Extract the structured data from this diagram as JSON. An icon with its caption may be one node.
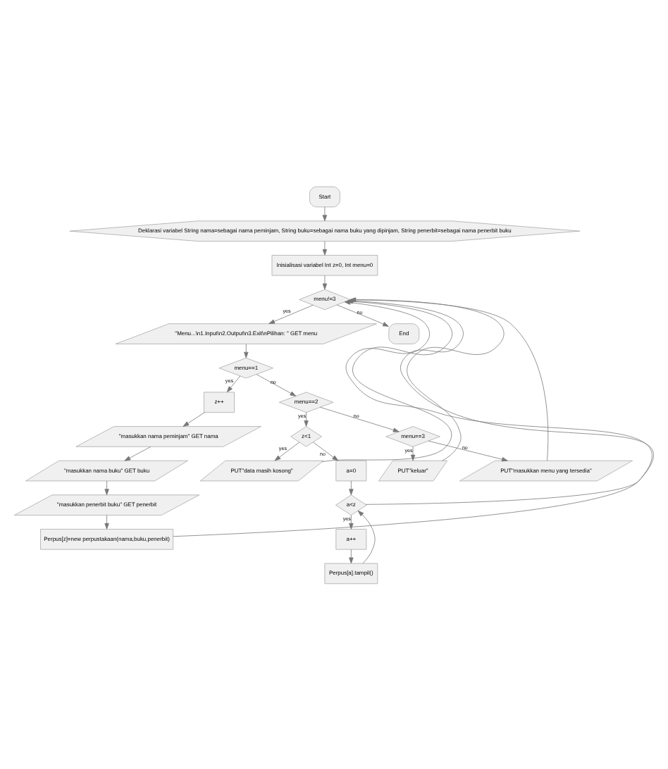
{
  "diagram": {
    "nodes": [
      {
        "text": [
          "Start"
        ]
      },
      {
        "text": [
          "Deklarasi variabel String nama=sebagai nama peminjam, String buku=sebagai nama buku yang dipinjam, String penerbit=sebagai nama penerbit buku"
        ]
      },
      {
        "text": [
          "Inisialisasi variabel Int z=0, Int menu=0"
        ]
      },
      {
        "text": [
          "menu!=3"
        ]
      },
      {
        "text": [
          "\"Menu...\\n1.Input\\n2.Output\\n3.Exit\\nPilihan: \" GET menu"
        ]
      },
      {
        "text": [
          "menu==1"
        ]
      },
      {
        "text": [
          "z++"
        ]
      },
      {
        "text": [
          "\"masukkan nama peminjam\" GET nama"
        ]
      },
      {
        "text": [
          "\"masukkan nama buku\" GET buku"
        ]
      },
      {
        "text": [
          "\"masukkan penerbit buku\" GET penerbit"
        ]
      },
      {
        "text": [
          "Perpus[z]=new perpustakaan(nama,buku,penerbit)"
        ]
      },
      {
        "text": [
          "menu==2"
        ]
      },
      {
        "text": [
          "z<1"
        ]
      },
      {
        "text": [
          "PUT\"data masih kosong\""
        ]
      },
      {
        "text": [
          "a=0"
        ]
      },
      {
        "text": [
          "a<z"
        ]
      },
      {
        "text": [
          "a++"
        ]
      },
      {
        "text": [
          "Perpus[a].tampil()"
        ]
      },
      {
        "text": [
          "menu==3"
        ]
      },
      {
        "text": [
          "PUT\"keluar\""
        ]
      },
      {
        "text": [
          "PUT\"masukkan menu yang tersedia\""
        ]
      },
      {
        "text": [
          "End"
        ]
      }
    ],
    "edges": [
      {
        "from": 0,
        "to": 1,
        "arrow": "to"
      },
      {
        "from": 1,
        "to": 2,
        "arrow": "to"
      },
      {
        "from": 2,
        "to": 3,
        "arrow": "to"
      },
      {
        "from": 3,
        "to": 4,
        "arrow": "to",
        "label": "yes"
      },
      {
        "from": 4,
        "to": 5,
        "arrow": "to"
      },
      {
        "from": 5,
        "to": 6,
        "arrow": "to",
        "label": "yes"
      },
      {
        "from": 6,
        "to": 7,
        "arrow": "to"
      },
      {
        "from": 7,
        "to": 8,
        "arrow": "to"
      },
      {
        "from": 8,
        "to": 9,
        "arrow": "to"
      },
      {
        "from": 9,
        "to": 10,
        "arrow": "to"
      },
      {
        "from": 10,
        "to": 3,
        "arrow": "to"
      },
      {
        "from": 5,
        "to": 11,
        "arrow": "to",
        "label": "no"
      },
      {
        "from": 11,
        "to": 12,
        "arrow": "to",
        "label": "yes"
      },
      {
        "from": 11,
        "to": 18,
        "arrow": "to",
        "label": "no"
      },
      {
        "from": 12,
        "to": 13,
        "arrow": "to",
        "label": "yes"
      },
      {
        "from": 12,
        "to": 14,
        "arrow": "to",
        "label": "no"
      },
      {
        "from": 13,
        "to": 3,
        "arrow": "to"
      },
      {
        "from": 14,
        "to": 15,
        "arrow": "to"
      },
      {
        "from": 15,
        "to": 16,
        "arrow": "to",
        "label": "yes"
      },
      {
        "from": 16,
        "to": 17,
        "arrow": "to"
      },
      {
        "from": 17,
        "to": 15,
        "arrow": "to"
      },
      {
        "from": 15,
        "to": 3,
        "arrow": "to"
      },
      {
        "from": 18,
        "to": 19,
        "arrow": "to",
        "label": "yes"
      },
      {
        "from": 18,
        "to": 20,
        "arrow": "to",
        "label": "no"
      },
      {
        "from": 19,
        "to": 3,
        "arrow": "to"
      },
      {
        "from": 20,
        "to": 3,
        "arrow": "to"
      },
      {
        "from": 3,
        "to": 21,
        "arrow": "to",
        "label": "no"
      }
    ]
  }
}
